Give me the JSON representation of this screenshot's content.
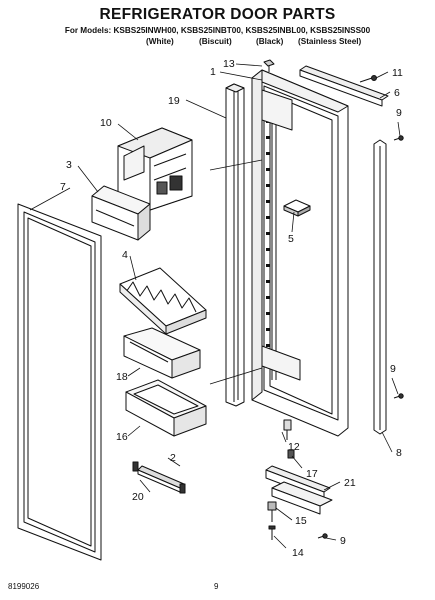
{
  "header": {
    "title": "REFRIGERATOR DOOR PARTS",
    "models_line": "For Models: KSBS25INWH00, KSBS25INBT00, KSBS25INBL00, KSBS25INSS00",
    "variants": [
      "(White)",
      "(Biscuit)",
      "(Black)",
      "(Stainless Steel)"
    ]
  },
  "callouts": {
    "c1": "1",
    "c2": "2",
    "c3": "3",
    "c4": "4",
    "c5": "5",
    "c6": "6",
    "c7": "7",
    "c8": "8",
    "c9a": "9",
    "c9b": "9",
    "c9c": "9",
    "c10": "10",
    "c11": "11",
    "c12": "12",
    "c13": "13",
    "c14": "14",
    "c15": "15",
    "c16": "16",
    "c17": "17",
    "c18": "18",
    "c19": "19",
    "c20": "20",
    "c21": "21"
  },
  "footer": {
    "part_number": "8199026",
    "page_number": "9"
  }
}
